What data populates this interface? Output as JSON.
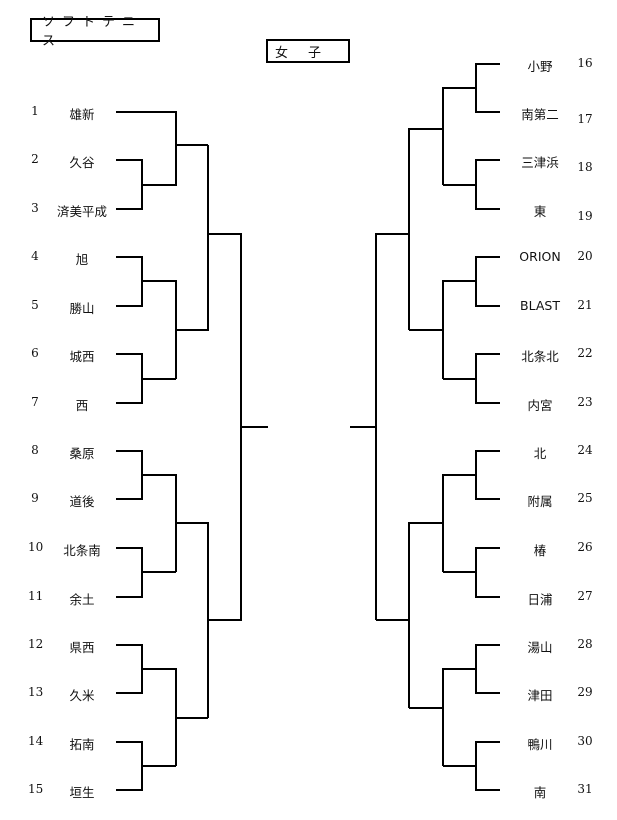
{
  "header": {
    "title": "ソフトテニス",
    "division": "女子"
  },
  "left_teams": [
    {
      "num": "1",
      "name": "雄新"
    },
    {
      "num": "2",
      "name": "久谷"
    },
    {
      "num": "3",
      "name": "済美平成"
    },
    {
      "num": "4",
      "name": "旭"
    },
    {
      "num": "5",
      "name": "勝山"
    },
    {
      "num": "6",
      "name": "城西"
    },
    {
      "num": "7",
      "name": "西"
    },
    {
      "num": "8",
      "name": "桑原"
    },
    {
      "num": "9",
      "name": "道後"
    },
    {
      "num": "10",
      "name": "北条南"
    },
    {
      "num": "11",
      "name": "余土"
    },
    {
      "num": "12",
      "name": "県西"
    },
    {
      "num": "13",
      "name": "久米"
    },
    {
      "num": "14",
      "name": "拓南"
    },
    {
      "num": "15",
      "name": "垣生"
    }
  ],
  "right_teams": [
    {
      "num": "16",
      "name": "小野"
    },
    {
      "num": "17",
      "name": "南第二"
    },
    {
      "num": "18",
      "name": "三津浜"
    },
    {
      "num": "19",
      "name": "東"
    },
    {
      "num": "20",
      "name": "ORION"
    },
    {
      "num": "21",
      "name": "BLAST"
    },
    {
      "num": "22",
      "name": "北条北"
    },
    {
      "num": "23",
      "name": "内宮"
    },
    {
      "num": "24",
      "name": "北"
    },
    {
      "num": "25",
      "name": "附属"
    },
    {
      "num": "26",
      "name": "椿"
    },
    {
      "num": "27",
      "name": "日浦"
    },
    {
      "num": "28",
      "name": "湯山"
    },
    {
      "num": "29",
      "name": "津田"
    },
    {
      "num": "30",
      "name": "鴨川"
    },
    {
      "num": "31",
      "name": "南"
    }
  ]
}
